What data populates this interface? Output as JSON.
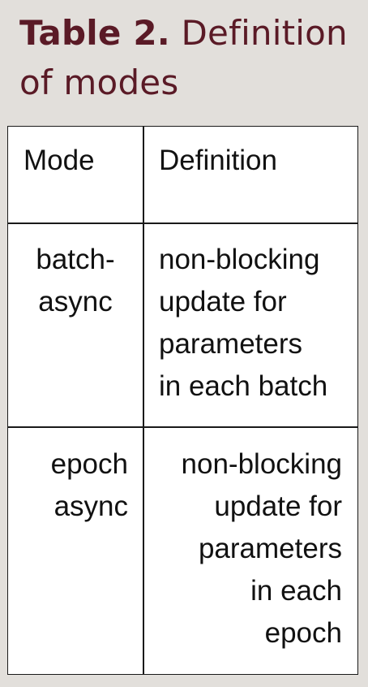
{
  "caption": {
    "label": "Table 2.",
    "text": "Definition of modes"
  },
  "table": {
    "headers": [
      "Mode",
      "Definition"
    ],
    "rows": [
      {
        "mode": "batch-\nasync",
        "definition": "non-blocking\nupdate for\nparameters\nin each batch"
      },
      {
        "mode": "epoch\nasync",
        "definition": "non-blocking\nupdate for\nparameters\nin each\nepoch"
      }
    ]
  },
  "colors": {
    "background": "#e2dfdb",
    "caption": "#5a1a26",
    "table_background": "#ffffff",
    "border": "#1a1a1a"
  }
}
